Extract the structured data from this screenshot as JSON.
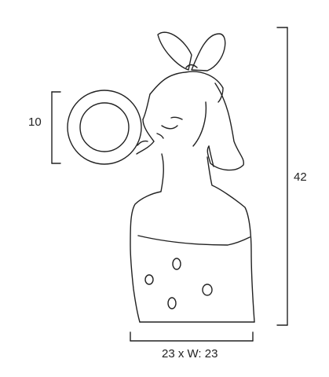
{
  "dimensions": {
    "height_label": "42",
    "bubble_label": "10",
    "width_label": "23 x W: 23"
  },
  "colors": {
    "line": "#222222",
    "background": "#ffffff"
  }
}
